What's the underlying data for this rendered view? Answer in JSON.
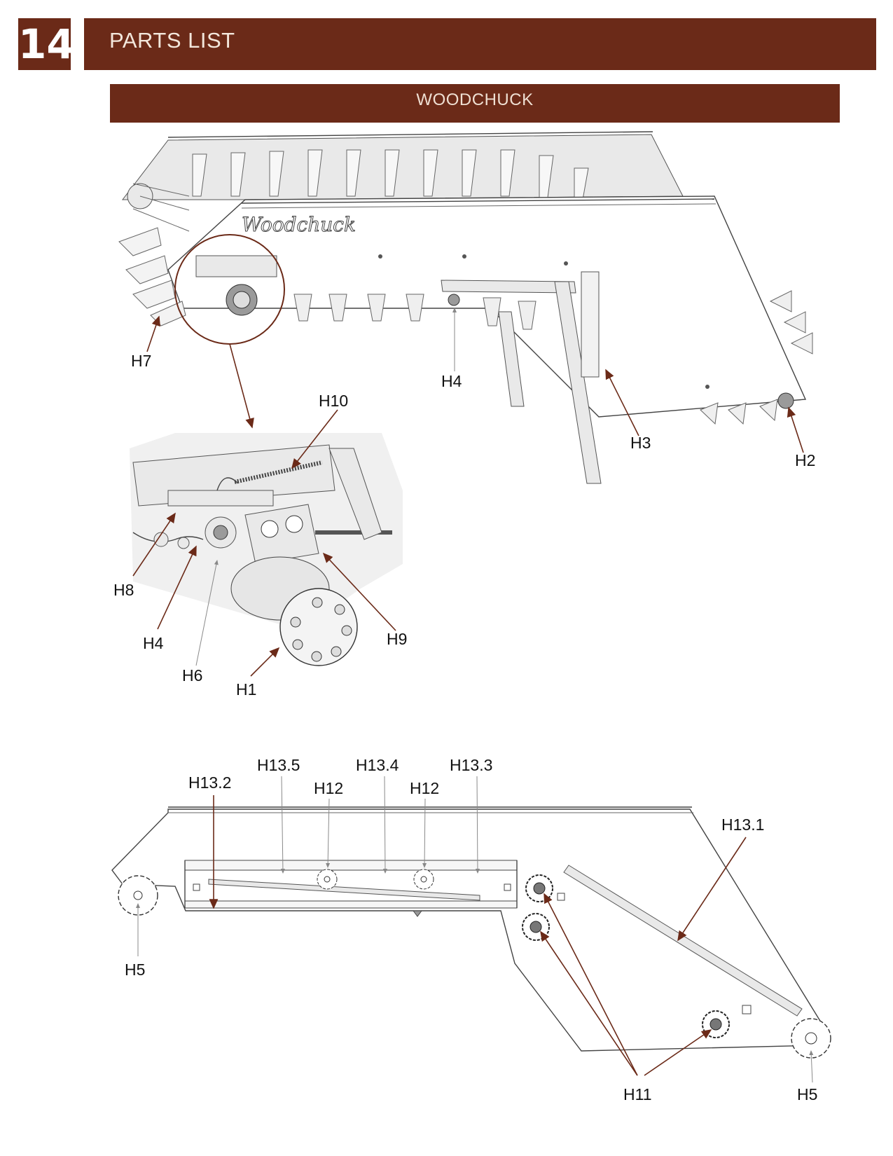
{
  "page": {
    "number": "14",
    "title": "PARTS LIST",
    "subtitle": "WOODCHUCK"
  },
  "brand": {
    "logo_text": "Woodchuck"
  },
  "colors": {
    "accent": "#6b2a18",
    "header_text": "#f3e7dc"
  },
  "labels": {
    "h1": "H1",
    "h2": "H2",
    "h3": "H3",
    "h4_top": "H4",
    "h4_detail": "H4",
    "h5_left": "H5",
    "h5_right": "H5",
    "h6": "H6",
    "h7": "H7",
    "h8": "H8",
    "h9": "H9",
    "h10": "H10",
    "h11": "H11",
    "h12_left": "H12",
    "h12_right": "H12",
    "h13_1": "H13.1",
    "h13_2": "H13.2",
    "h13_3": "H13.3",
    "h13_4": "H13.4",
    "h13_5": "H13.5"
  }
}
